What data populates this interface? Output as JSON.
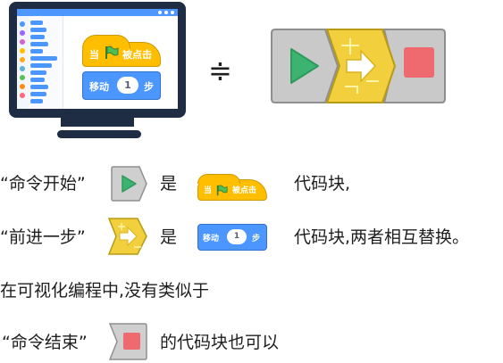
{
  "equation": {
    "operator_symbol": "≑"
  },
  "code_block": {
    "hat_when": "当",
    "hat_clicked": "被点击",
    "move_label": "移动",
    "move_value": "1",
    "move_unit": "步"
  },
  "legend": {
    "row1": {
      "quote": "“命令开始”",
      "is": "是",
      "suffix": "代码块,"
    },
    "row2": {
      "quote": "“前进一步”",
      "is": "是",
      "suffix": "代码块,两者相互替换。"
    },
    "row3": {
      "text": "在可视化编程中,没有类似于"
    },
    "row4": {
      "quote": "“命令结束”",
      "suffix": "的代码块也可以"
    }
  },
  "colors": {
    "event_block": "#ffbf00",
    "motion_block": "#4c97ff",
    "start_play": "#3cb371",
    "step_tile": "#f2cf3c",
    "stop_square": "#ef6a6e",
    "monitor_frame": "#1f2d44"
  },
  "icons": [
    "green-flag-icon",
    "play-icon",
    "arrow-right-icon",
    "stop-square-icon"
  ]
}
